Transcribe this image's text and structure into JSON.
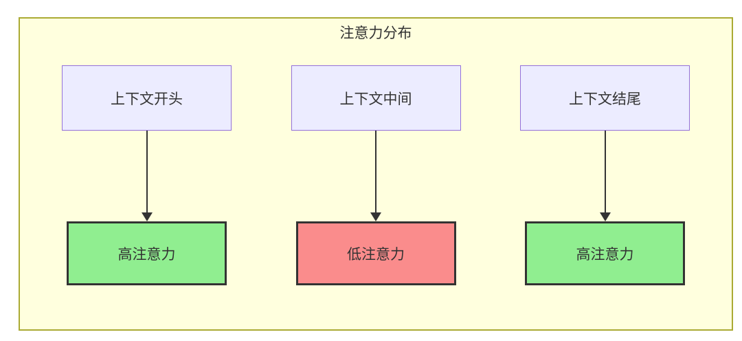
{
  "diagram": {
    "title": "注意力分布",
    "columns": [
      {
        "source": "上下文开头",
        "target": "高注意力",
        "attention": "high"
      },
      {
        "source": "上下文中间",
        "target": "低注意力",
        "attention": "low"
      },
      {
        "source": "上下文结尾",
        "target": "高注意力",
        "attention": "high"
      }
    ],
    "colors": {
      "container_fill": "#ffffde",
      "container_border": "#aaaa33",
      "source_fill": "#ECECFF",
      "source_border": "#9370DB",
      "high_fill": "#90EE90",
      "low_fill": "#FA8C8C",
      "target_border": "#333333",
      "arrow": "#333333",
      "text": "#333333"
    }
  }
}
